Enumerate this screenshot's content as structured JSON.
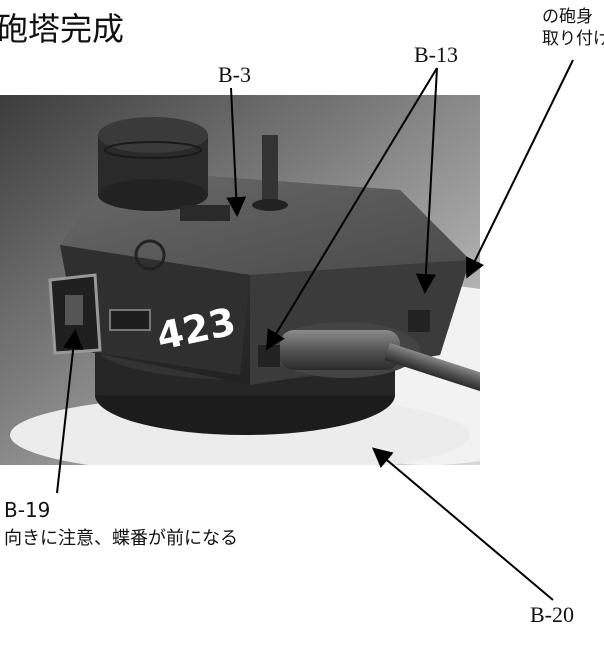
{
  "title": "砲塔完成",
  "top_right_note": {
    "line1": "の砲身",
    "line2": "取り付け"
  },
  "callouts": {
    "b3": "B-3",
    "b13": "B-13",
    "b19": "B-19",
    "b19_note": "向きに注意、蝶番が前になる",
    "b20": "B-20"
  },
  "photo": {
    "turret_number": "423"
  }
}
